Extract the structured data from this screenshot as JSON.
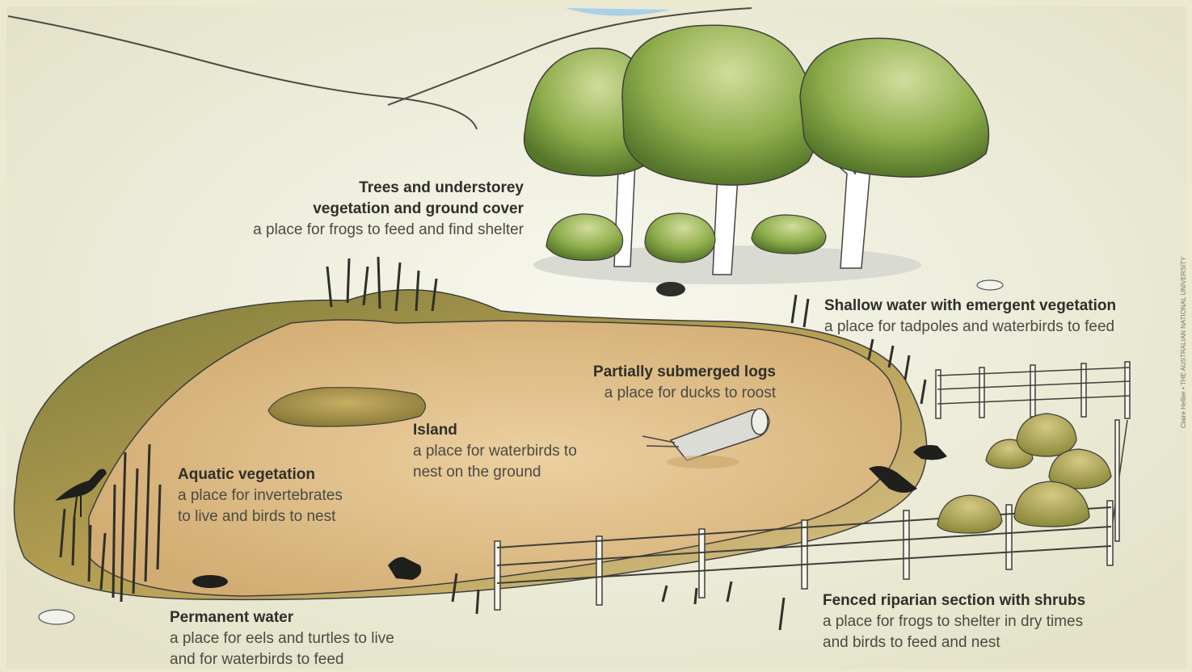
{
  "labels": {
    "trees": {
      "title_l1": "Trees and understorey",
      "title_l2": "vegetation and ground cover",
      "desc_l1": "a place for frogs to feed and find shelter"
    },
    "shallow": {
      "title_l1": "Shallow water with emergent vegetation",
      "desc_l1": "a place for tadpoles and waterbirds to feed"
    },
    "logs": {
      "title_l1": "Partially submerged logs",
      "desc_l1": "a place for ducks to roost"
    },
    "island": {
      "title_l1": "Island",
      "desc_l1": "a place for waterbirds to",
      "desc_l2": "nest on the ground"
    },
    "aquatic": {
      "title_l1": "Aquatic vegetation",
      "desc_l1": "a place for invertebrates",
      "desc_l2": "to live and birds to nest"
    },
    "permanent": {
      "title_l1": "Permanent water",
      "desc_l1": "a place for eels and turtles to live",
      "desc_l2": "and for waterbirds to feed"
    },
    "fenced": {
      "title_l1": "Fenced riparian section with shrubs",
      "desc_l1": "a place for frogs to shelter in dry times",
      "desc_l2": "and birds to feed and nest"
    }
  },
  "credit": "Claire Hellier • THE AUSTRALIAN NATIONAL UNIVERSITY",
  "colors": {
    "background": "#ebe9d0",
    "foliage": "#8fae4c",
    "foliage_dark": "#5f7f2c",
    "water": "#d9b67c",
    "bank": "#b49a4a",
    "ink": "#2f2f2a"
  }
}
